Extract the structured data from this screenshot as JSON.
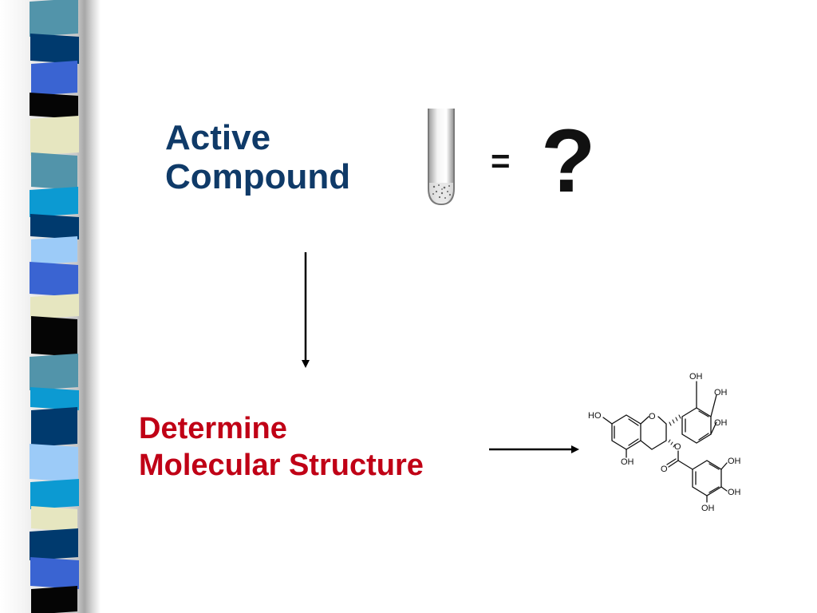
{
  "slide": {
    "active_compound_lines": [
      "Active",
      "Compound"
    ],
    "equals_sign": "=",
    "question_mark": "?",
    "determine_lines": [
      "Determine",
      "Molecular Structure"
    ]
  },
  "molecule_labels": {
    "oh_top": "OH",
    "oh_right_upper": "OH",
    "oh_right_lower": "OH",
    "ho_left": "HO",
    "ring_oxygen": "O",
    "oh_bottom_left": "OH",
    "ester_oxygen": "O",
    "carbonyl_oxygen": "O",
    "gallate_oh_upper": "OH",
    "gallate_oh_middle": "OH",
    "gallate_oh_bottom": "OH"
  },
  "colors": {
    "title_blue": "#0f3a68",
    "title_red": "#c00016",
    "strip_navy": "#003a6e",
    "strip_royal": "#3a64d2",
    "strip_teal": "#5294aa",
    "strip_cyan": "#0c9ad2",
    "strip_light": "#9ccbf8",
    "strip_cream": "#e6e6c0",
    "strip_black": "#050505"
  },
  "icons": [
    "test-tube-icon",
    "down-arrow-icon",
    "right-arrow-icon",
    "molecule-structure-icon"
  ]
}
